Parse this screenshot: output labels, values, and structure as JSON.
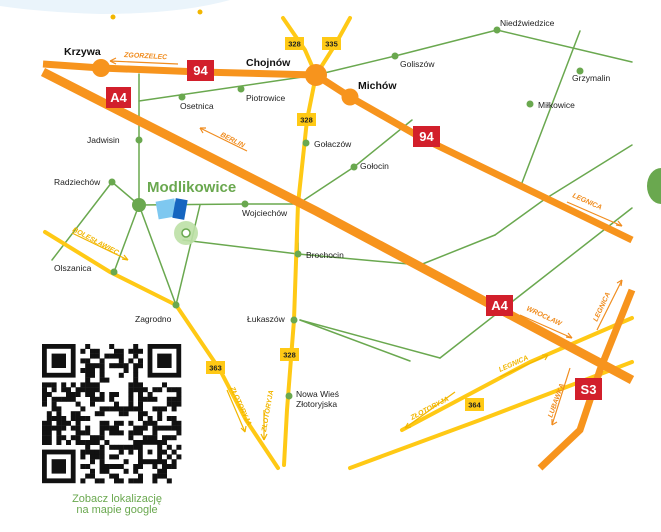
{
  "colors": {
    "motorway": "#f7941d",
    "main_road": "#ffc915",
    "local_road": "#6aa84f",
    "motorway_shield": "#d21f2b",
    "road_shield": "#ffc915",
    "highlight": "#6aa84f",
    "direction_text": "#f08c1e"
  },
  "places": {
    "krzywa": "Krzywa",
    "chojnow": "Chojnów",
    "michow": "Michów",
    "niedzwiedzice": "Niedźwiedzice",
    "goliszow": "Goliszów",
    "grzymalin": "Grzymalin",
    "osetnica": "Osetnica",
    "piotrowice": "Piotrowice",
    "milkowice": "Miłkowice",
    "jadwisin": "Jadwisin",
    "golaczow": "Gołaczów",
    "golocin": "Gołocin",
    "radziechow": "Radziechów",
    "modlikowice": "Modlikowice",
    "wojciechow": "Wojciechów",
    "olszanica": "Olszanica",
    "brochocin": "Brochocin",
    "zagrodno": "Zagrodno",
    "lukaszow": "Łukaszów",
    "nowa_wies_line1": "Nowa Wieś",
    "nowa_wies_line2": "Złotoryjska"
  },
  "roads": {
    "r94": "94",
    "a4": "A4",
    "s3": "S3",
    "r328": "328",
    "r335": "335",
    "r363": "363",
    "r364": "364"
  },
  "directions": {
    "zgorzelec": "ZGORZELEC",
    "berlin": "BERLIN",
    "legnica_a4": "LEGNICA",
    "boleslawiec": "BOLESŁAWIEC",
    "wroclaw": "WROCŁAW",
    "legnica_s3": "LEGNICA",
    "legnica_364": "LEGNICA",
    "lubawka": "LUBAWKA",
    "zlotoryja_328": "ZŁOTORYJA",
    "zlotoryja_363": "ZŁOTORYJA",
    "zlotoryja_364": "ZŁOTORYJA"
  },
  "qr": {
    "caption_line1": "Zobacz lokalizację",
    "caption_line2": "na mapie google"
  }
}
